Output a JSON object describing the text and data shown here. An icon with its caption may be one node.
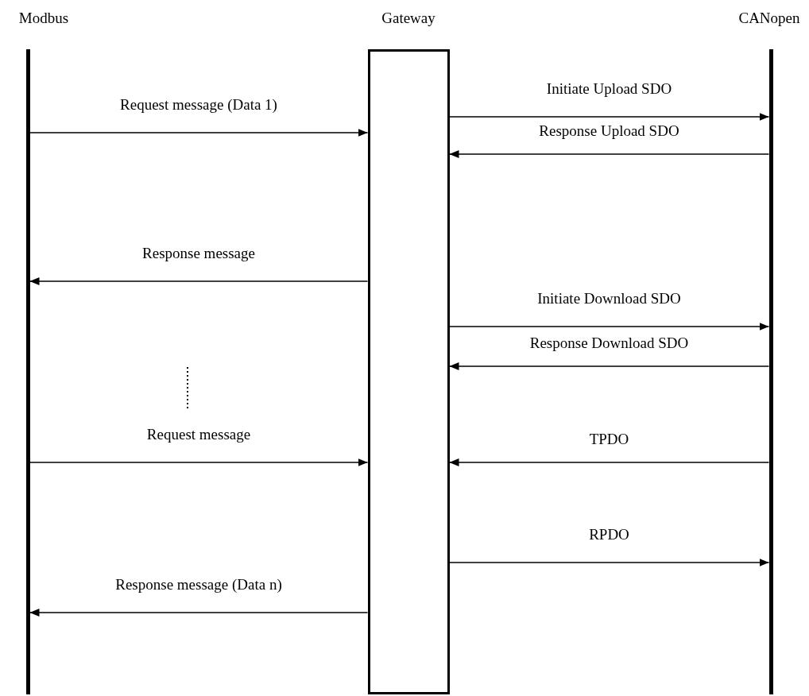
{
  "diagram": {
    "nodes": [
      {
        "text": [
          "Modbus"
        ]
      },
      {
        "text": [
          "Gateway"
        ]
      },
      {
        "text": [
          "CANopen"
        ]
      }
    ],
    "edges": [
      {
        "from": 0,
        "to": 1,
        "arrow": "to",
        "label": "Request message (Data 1)"
      },
      {
        "from": 1,
        "to": 2,
        "arrow": "to",
        "label": "Initiate Upload SDO"
      },
      {
        "from": 2,
        "to": 1,
        "arrow": "to",
        "label": "Response Upload SDO"
      },
      {
        "from": 1,
        "to": 0,
        "arrow": "to",
        "label": "Response message"
      },
      {
        "from": 1,
        "to": 2,
        "arrow": "to",
        "label": "Initiate Download SDO"
      },
      {
        "from": 2,
        "to": 1,
        "arrow": "to",
        "label": "Response Download SDO"
      },
      {
        "from": 0,
        "to": 1,
        "arrow": "to",
        "label": "Request message"
      },
      {
        "from": 2,
        "to": 1,
        "arrow": "to",
        "label": "TPDO"
      },
      {
        "from": 1,
        "to": 2,
        "arrow": "to",
        "label": "RPDO"
      },
      {
        "from": 1,
        "to": 0,
        "arrow": "to",
        "label": "Response message (Data n)"
      }
    ]
  }
}
